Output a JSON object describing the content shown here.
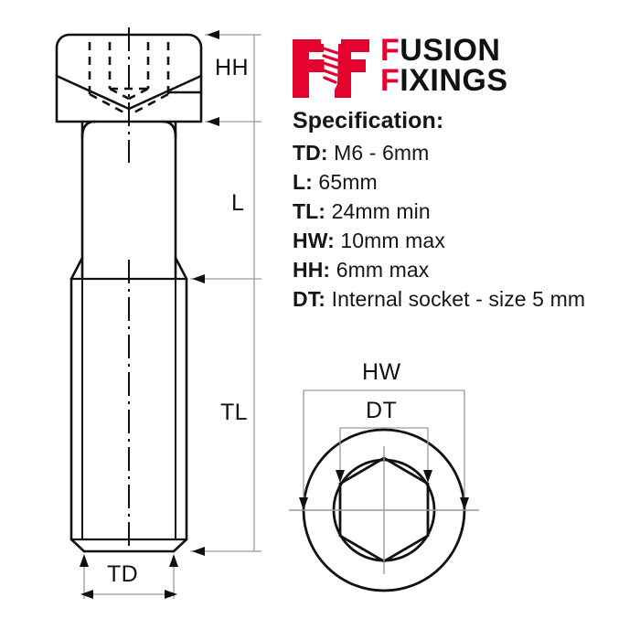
{
  "brand": {
    "logo_icon": "fusion-fixings-screw-logo",
    "line1_lead": "F",
    "line1_rest": "USION",
    "line2_lead": "F",
    "line2_rest": "IXINGS",
    "accent_color": "#e4032e",
    "text_color": "#111111"
  },
  "spec": {
    "title": "Specification:",
    "rows": [
      {
        "key": "TD:",
        "value": "M6 - 6mm"
      },
      {
        "key": "L:",
        "value": "65mm"
      },
      {
        "key": "TL:",
        "value": "24mm min"
      },
      {
        "key": "HW:",
        "value": "10mm max"
      },
      {
        "key": "HH:",
        "value": "6mm max"
      },
      {
        "key": "DT:",
        "value": "Internal socket - size 5 mm"
      }
    ]
  },
  "side_view": {
    "labels": {
      "head_height": "HH",
      "length": "L",
      "thread_length": "TL",
      "thread_diameter": "TD"
    }
  },
  "top_view": {
    "labels": {
      "head_width": "HW",
      "drive_type": "DT"
    }
  },
  "line_color": "#111111",
  "thin_line_color": "#9a9a9a"
}
